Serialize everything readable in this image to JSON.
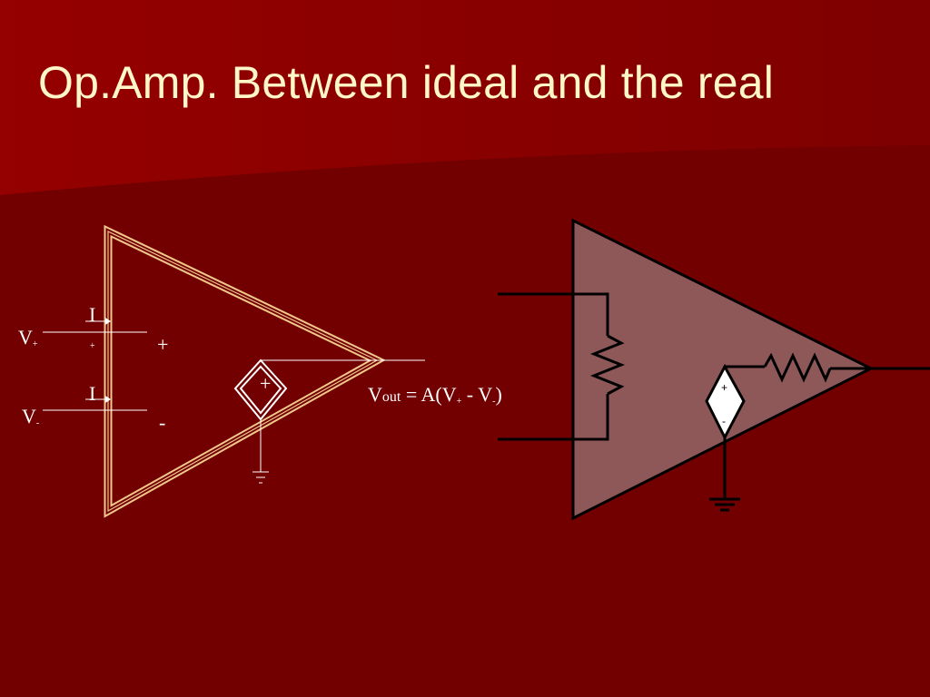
{
  "slide": {
    "title": "Op.Amp. Between ideal and the real"
  },
  "ideal": {
    "input_plus_label": "V",
    "input_plus_sub": "+",
    "input_minus_label": "V",
    "input_minus_sub": "-",
    "current_plus_label": "I",
    "current_plus_sub": "+",
    "current_minus_label": "I",
    "terminal_plus": "+",
    "terminal_minus": "-",
    "source_plus": "+",
    "equation": {
      "lhs": "V",
      "lhs_sub": "out",
      "mid": " = A(V",
      "mid_sub": "+",
      "rest": " - V",
      "rest_sub": "-",
      "close": ")"
    }
  },
  "real": {
    "source_plus": "+",
    "source_minus": "-"
  },
  "colors": {
    "background": "#720000",
    "banner": "#8c0000",
    "title": "#fff7c6",
    "outline_gold": "#f0c88a",
    "real_fill": "#8e5858"
  }
}
